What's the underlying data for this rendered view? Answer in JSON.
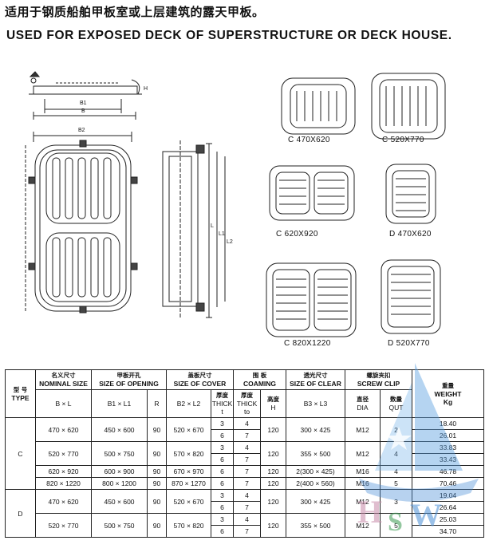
{
  "title_cn": "适用于钢质船舶甲板室或上层建筑的露天甲板。",
  "title_en": "USED FOR EXPOSED DECK OF SUPERSTRUCTURE OR DECK HOUSE.",
  "drawing_labels": {
    "b1": "B1",
    "b": "B",
    "b2": "B2",
    "l": "L",
    "l1": "L1",
    "l2": "L2",
    "h": "H"
  },
  "variants": [
    {
      "label": "C  470X620"
    },
    {
      "label": "C  520X770"
    },
    {
      "label": "C  620X920"
    },
    {
      "label": "D  470X620"
    },
    {
      "label": "C  820X1220"
    },
    {
      "label": "D  520X770"
    }
  ],
  "table": {
    "headers": {
      "type_cn": "型 号",
      "type_en": "TYPE",
      "nominal_cn": "名义尺寸",
      "nominal_en": "NOMINAL SIZE",
      "nominal_sub": "B × L",
      "opening_cn": "甲板开孔",
      "opening_en": "SIZE OF OPENING",
      "opening_sub": "B1 × L1",
      "r": "R",
      "cover_cn": "盖板尺寸",
      "cover_en": "SIZE OF COVER",
      "cover_sub": "B2 × L2",
      "cover_thick_cn": "厚度",
      "cover_thick_en": "THICK",
      "cover_thick_sym": "t",
      "coaming_cn": "围 板",
      "coaming_en": "COAMING",
      "coaming_thick_cn": "厚度",
      "coaming_thick_en": "THICK",
      "coaming_thick_sym": "to",
      "coaming_h_cn": "高度",
      "coaming_h_sym": "H",
      "clear_cn": "透光尺寸",
      "clear_en": "SIZE OF CLEAR",
      "clear_sub": "B3 × L3",
      "clip_cn": "螺旋夹扣",
      "clip_en": "SCREW CLIP",
      "dia_cn": "直径",
      "dia_en": "DIA",
      "qty_cn": "数量",
      "qty_en": "QUT",
      "weight_cn": "重量",
      "weight_en": "WEIGHT",
      "weight_unit": "Kg"
    },
    "groups": [
      {
        "type": "C",
        "sizes": [
          {
            "nominal": "470 × 620",
            "opening": "450 × 600",
            "r": "90",
            "cover": "520 × 670",
            "rows": [
              {
                "t": "3",
                "to": "4",
                "w": "18.40"
              },
              {
                "t": "6",
                "to": "7",
                "w": "26.01"
              }
            ],
            "h": "120",
            "clear": "300 × 425",
            "dia": "M12",
            "qty": "2"
          },
          {
            "nominal": "520 × 770",
            "opening": "500 × 750",
            "r": "90",
            "cover": "570 × 820",
            "rows": [
              {
                "t": "3",
                "to": "4",
                "w": "33.83"
              },
              {
                "t": "6",
                "to": "7",
                "w": "33.43"
              }
            ],
            "h": "120",
            "clear": "355 × 500",
            "dia": "M12",
            "qty": "4"
          },
          {
            "nominal": "620 × 920",
            "opening": "600 × 900",
            "r": "90",
            "cover": "670 × 970",
            "rows": [
              {
                "t": "6",
                "to": "7",
                "w": "46.78"
              }
            ],
            "h": "120",
            "clear": "2(300 × 425)",
            "dia": "M16",
            "qty": "4"
          },
          {
            "nominal": "820 × 1220",
            "opening": "800 × 1200",
            "r": "90",
            "cover": "870 × 1270",
            "rows": [
              {
                "t": "6",
                "to": "7",
                "w": "70.46"
              }
            ],
            "h": "120",
            "clear": "2(400 × 560)",
            "dia": "M16",
            "qty": "5"
          }
        ]
      },
      {
        "type": "D",
        "sizes": [
          {
            "nominal": "470 × 620",
            "opening": "450 × 600",
            "r": "90",
            "cover": "520 × 670",
            "rows": [
              {
                "t": "3",
                "to": "4",
                "w": "19.04"
              },
              {
                "t": "6",
                "to": "7",
                "w": "26.64"
              }
            ],
            "h": "120",
            "clear": "300 × 425",
            "dia": "M12",
            "qty": "3"
          },
          {
            "nominal": "520 × 770",
            "opening": "500 × 750",
            "r": "90",
            "cover": "570 × 820",
            "rows": [
              {
                "t": "3",
                "to": "4",
                "w": "25.03"
              },
              {
                "t": "6",
                "to": "7",
                "w": "34.70"
              }
            ],
            "h": "120",
            "clear": "355 × 500",
            "dia": "M12",
            "qty": "5"
          }
        ]
      }
    ]
  },
  "watermark": {
    "text": "HSW",
    "colors": [
      "#c88aa8",
      "#4a8fd6",
      "#3c9b52"
    ]
  }
}
